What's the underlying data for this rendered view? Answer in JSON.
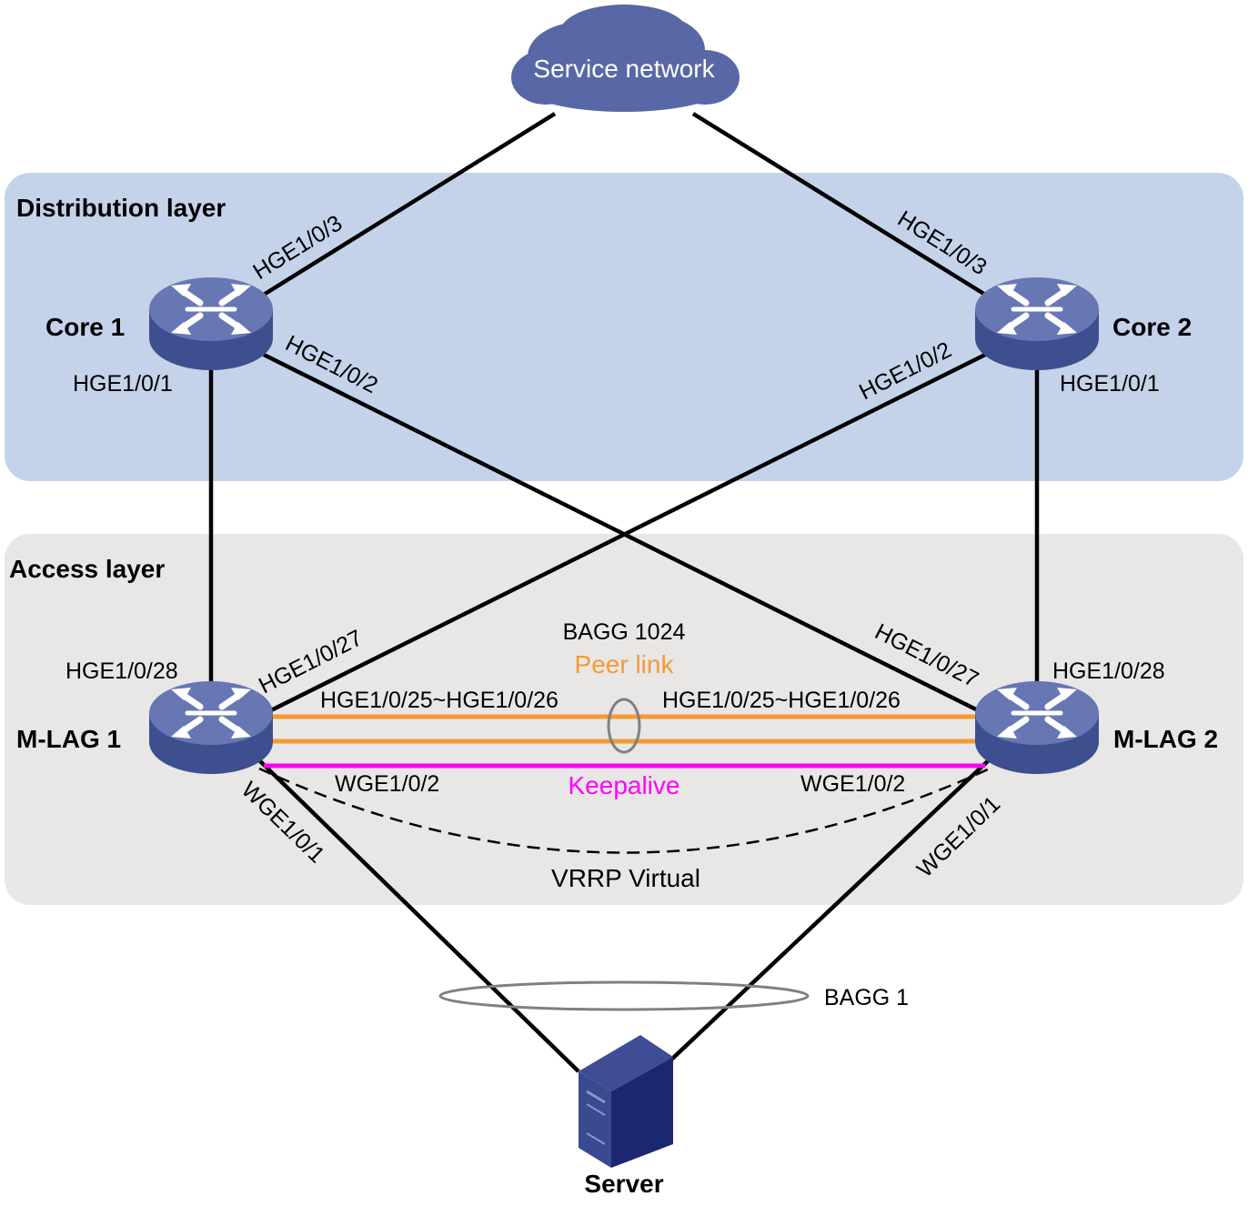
{
  "colors": {
    "distribution_bg": "#c5d3ea",
    "access_bg": "#e8e7e6",
    "device_blue": "#5868a6",
    "peer_link": "#f59a33",
    "keepalive": "#ff00ff",
    "server": "#23307a"
  },
  "cloud": {
    "label": "Service network",
    "icon": "cloud-icon"
  },
  "layers": {
    "distribution": "Distribution layer",
    "access": "Access layer"
  },
  "devices": {
    "core1": {
      "label": "Core 1",
      "icon": "switch-icon"
    },
    "core2": {
      "label": "Core 2",
      "icon": "switch-icon"
    },
    "mlag1": {
      "label": "M-LAG 1",
      "icon": "switch-icon"
    },
    "mlag2": {
      "label": "M-LAG 2",
      "icon": "switch-icon"
    },
    "server": {
      "label": "Server",
      "icon": "server-icon"
    }
  },
  "ports": {
    "core1_up": "HGE1/0/3",
    "core1_cross": "HGE1/0/2",
    "core1_down": "HGE1/0/1",
    "core2_up": "HGE1/0/3",
    "core2_cross": "HGE1/0/2",
    "core2_down": "HGE1/0/1",
    "mlag1_up": "HGE1/0/28",
    "mlag1_cross": "HGE1/0/27",
    "mlag1_peer": "HGE1/0/25~HGE1/0/26",
    "mlag1_keepalive": "WGE1/0/2",
    "mlag1_server": "WGE1/0/1",
    "mlag2_up": "HGE1/0/28",
    "mlag2_cross": "HGE1/0/27",
    "mlag2_peer": "HGE1/0/25~HGE1/0/26",
    "mlag2_keepalive": "WGE1/0/2",
    "mlag2_server": "WGE1/0/1"
  },
  "links": {
    "peer_bagg": "BAGG 1024",
    "peer_link": "Peer link",
    "keepalive": "Keepalive",
    "vrrp": "VRRP Virtual",
    "server_bagg": "BAGG 1"
  }
}
